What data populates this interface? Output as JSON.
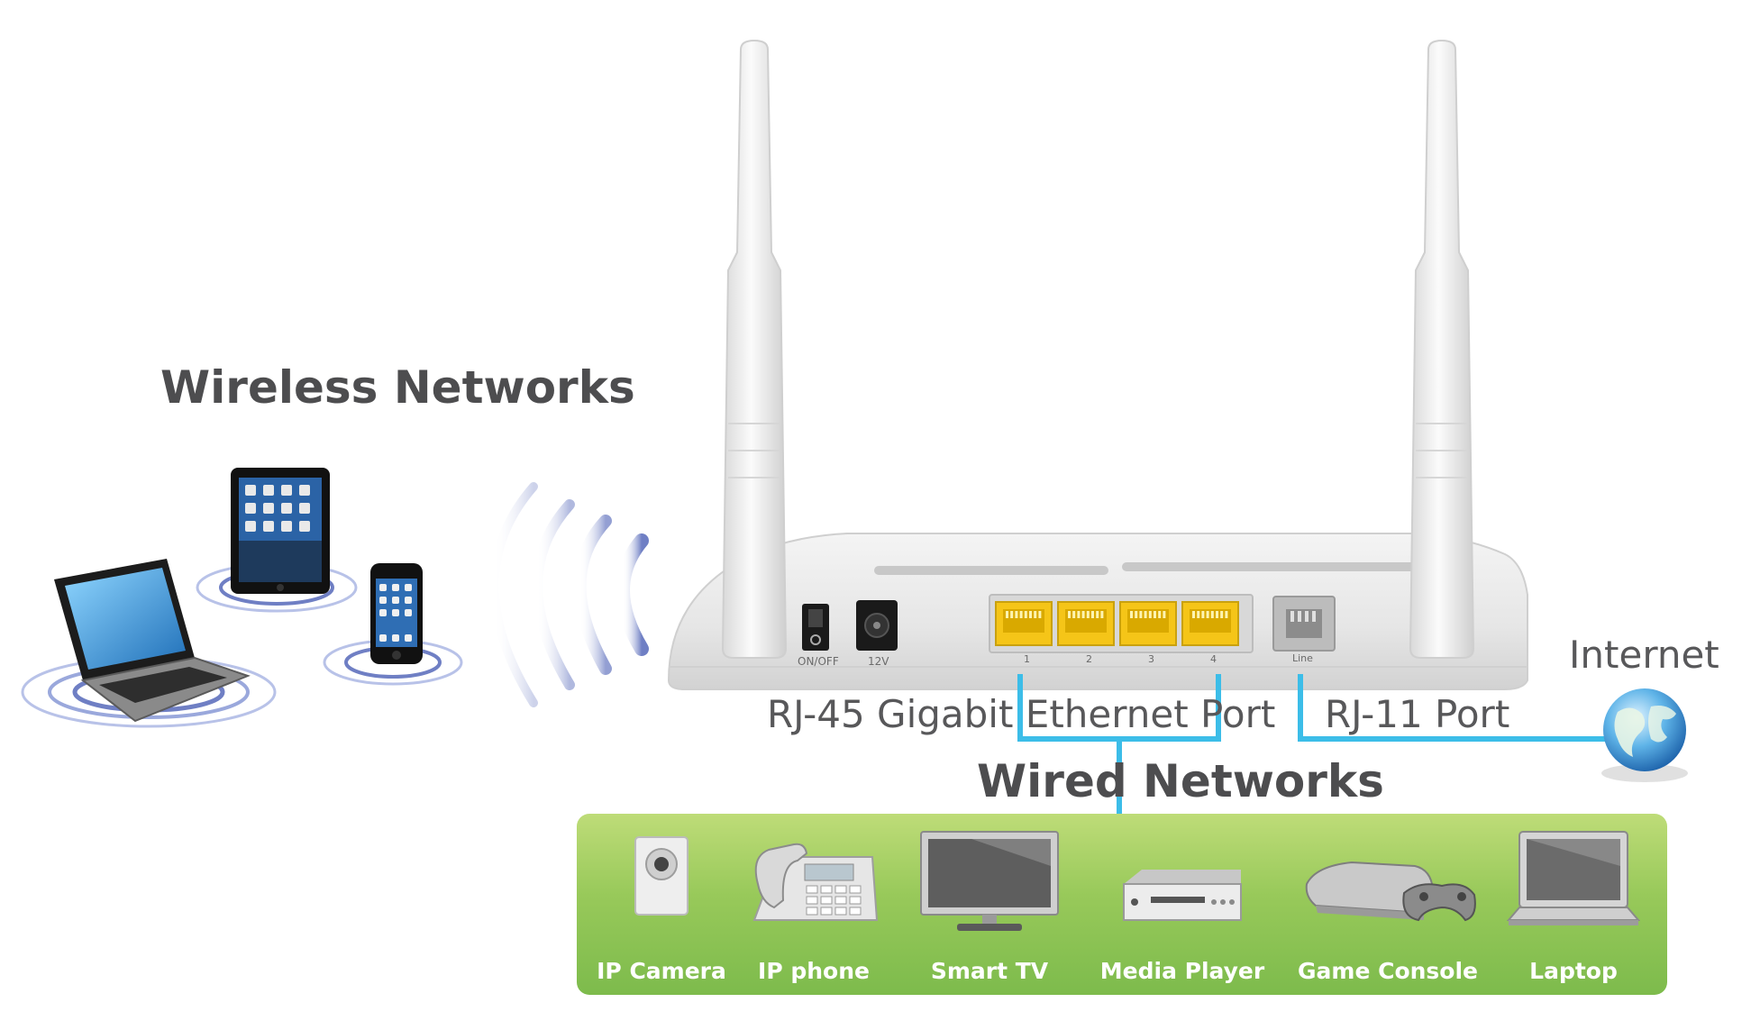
{
  "headings": {
    "wireless": "Wireless Networks",
    "wired": "Wired Networks",
    "internet": "Internet"
  },
  "ports": {
    "rj45": "RJ-45 Gigabit Ethernet Port",
    "rj11": "RJ-11 Port"
  },
  "router_back_panel": {
    "switch_label": "ON/OFF",
    "power_label": "12V",
    "lan_numbers": [
      "1",
      "2",
      "3",
      "4"
    ],
    "line_label": "Line"
  },
  "wired_devices": [
    {
      "label": "IP Camera",
      "icon": "ip-camera-icon"
    },
    {
      "label": "IP phone",
      "icon": "ip-phone-icon"
    },
    {
      "label": "Smart TV",
      "icon": "smart-tv-icon"
    },
    {
      "label": "Media Player",
      "icon": "media-player-icon"
    },
    {
      "label": "Game Console",
      "icon": "game-console-icon"
    },
    {
      "label": "Laptop",
      "icon": "laptop-icon"
    }
  ],
  "wireless_devices": [
    "laptop-icon",
    "tablet-icon",
    "smartphone-icon"
  ],
  "colors": {
    "connection_line": "#3cbde8",
    "panel_green": "#8cc152",
    "heading_text": "#4d4d4f",
    "port_yellow": "#f5c518",
    "wave_blue": "#6f7fc4"
  }
}
